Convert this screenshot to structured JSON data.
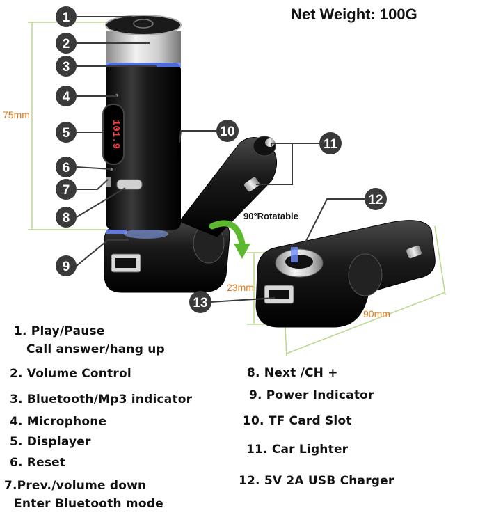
{
  "net_weight": "Net Weight: 100G",
  "dimensions": {
    "height": "75mm",
    "depth": "23mm",
    "length": "90mm"
  },
  "rotation_label": "90°Rotatable",
  "display_reading": "101.9",
  "callouts": [
    "1",
    "2",
    "3",
    "4",
    "5",
    "6",
    "7",
    "8",
    "9",
    "10",
    "11",
    "12",
    "13"
  ],
  "legend": [
    {
      "line1": "1. Play/Pause",
      "line2": "Call answer/hang up"
    },
    {
      "line1": "2. Volume Control"
    },
    {
      "line1": "3. Bluetooth/Mp3 indicator"
    },
    {
      "line1": "4. Microphone"
    },
    {
      "line1": "5. Displayer"
    },
    {
      "line1": "6. Reset"
    },
    {
      "line1": "7.Prev./volume down",
      "line2": "Enter Bluetooth mode"
    },
    {
      "line1": "8. Next /CH +"
    },
    {
      "line1": "9. Power Indicator"
    },
    {
      "line1": "10. TF Card Slot"
    },
    {
      "line1": "11. Car Lighter"
    },
    {
      "line1": "12. 5V 2A USB Charger"
    }
  ],
  "colors": {
    "callout_fill": "#3a3a3a",
    "dimension": "#e07a1a",
    "dimension_line": "#b8d98a",
    "arrow": "#5cb82e",
    "body": "#1c1c1c"
  }
}
